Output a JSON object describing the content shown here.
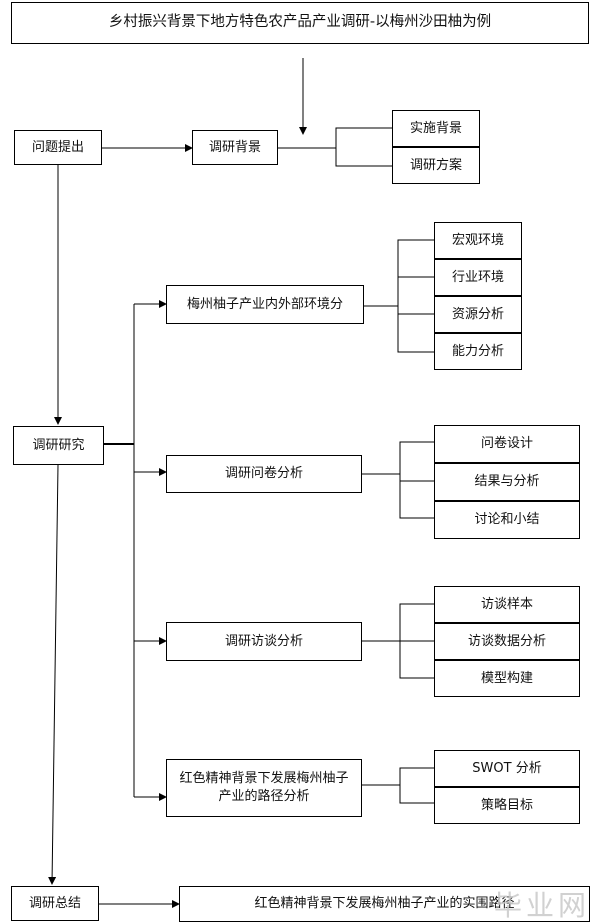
{
  "title": "乡村振兴背景下地方特色农产品产业调研-以梅州沙田柚为例",
  "stages": {
    "problem": "问题提出",
    "research": "调研研究",
    "summary": "调研总结"
  },
  "background": {
    "label": "调研背景",
    "children": [
      "实施背景",
      "调研方案"
    ]
  },
  "sections": [
    {
      "label": "梅州柚子产业内外部环境分",
      "children": [
        "宏观环境",
        "行业环境",
        "资源分析",
        "能力分析"
      ]
    },
    {
      "label": "调研问卷分析",
      "children": [
        "问卷设计",
        "结果与分析",
        "讨论和小结"
      ]
    },
    {
      "label": "调研访谈分析",
      "children": [
        "访谈样本",
        "访谈数据分析",
        "模型构建"
      ]
    },
    {
      "label": "红色精神背景下发展梅州柚子产业的路径分析",
      "children": [
        "SWOT 分析",
        "策略目标"
      ]
    }
  ],
  "final_path": "红色精神背景下发展梅州柚子产业的实围路径",
  "watermark": "毕业网"
}
